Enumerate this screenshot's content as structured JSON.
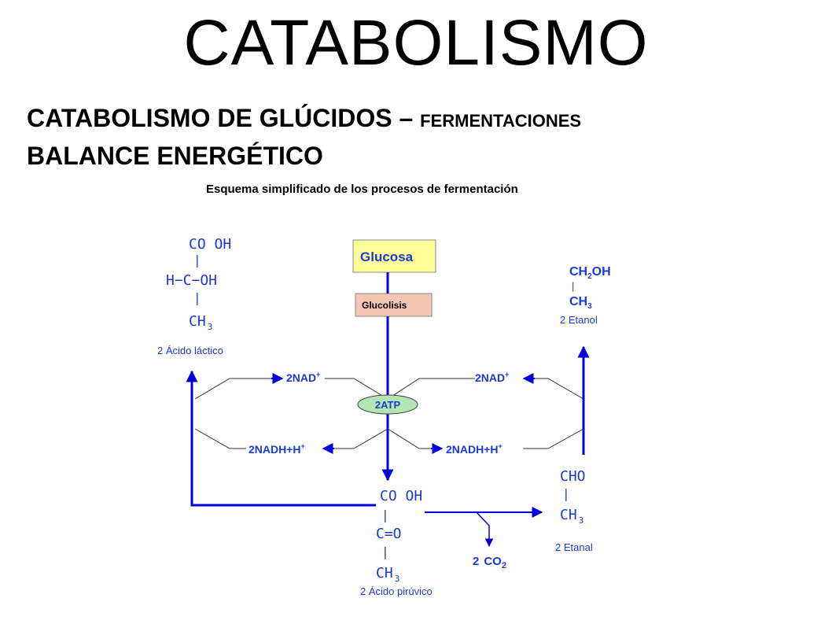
{
  "title": "CATABOLISMO",
  "subtitle": {
    "main": "CATABOLISMO DE GLÚCIDOS –",
    "small": "FERMENTACIONES"
  },
  "section": "BALANCE ENERGÉTICO",
  "diagram": {
    "caption": "Esquema simplificado de los procesos de fermentación",
    "glucose": "Glucosa",
    "glycolysis": "Glucolisis",
    "atp": "2ATP",
    "nad_left": "2NAD",
    "nad_right": "2NAD",
    "nadh_left": "2NADH+H",
    "nadh_right": "2NADH+H",
    "superscript_plus": "+",
    "lactic": {
      "l1": "CO OH",
      "l2": "|",
      "l3": "H−C−OH",
      "l4": "|",
      "l5": "CH",
      "l5sub": "3",
      "name": "2 Ácido láctico"
    },
    "ethanol": {
      "l1a": "CH",
      "l1sub": "2",
      "l1b": "OH",
      "l2": "|",
      "l3": "CH",
      "l3sub": "3",
      "name": "2 Etanol"
    },
    "pyruvic": {
      "l1": "CO OH",
      "l2": "|",
      "l3": "C=O",
      "l4": "|",
      "l5": "CH",
      "l5sub": "3",
      "name": "2 Ácido pirúvico"
    },
    "ethanal": {
      "l1": "CHO",
      "l2": "|",
      "l3": "CH",
      "l3sub": "3",
      "name": "2 Etanal"
    },
    "co2": {
      "coef": "2",
      "formula": "CO",
      "sub": "2"
    }
  },
  "colors": {
    "arrow": "#0000dd",
    "glucose_box": "#ffff99",
    "glycolysis_box": "#f5c6b4",
    "atp_ellipse": "#b4e6b4",
    "label_blue": "#1a3ad6"
  }
}
